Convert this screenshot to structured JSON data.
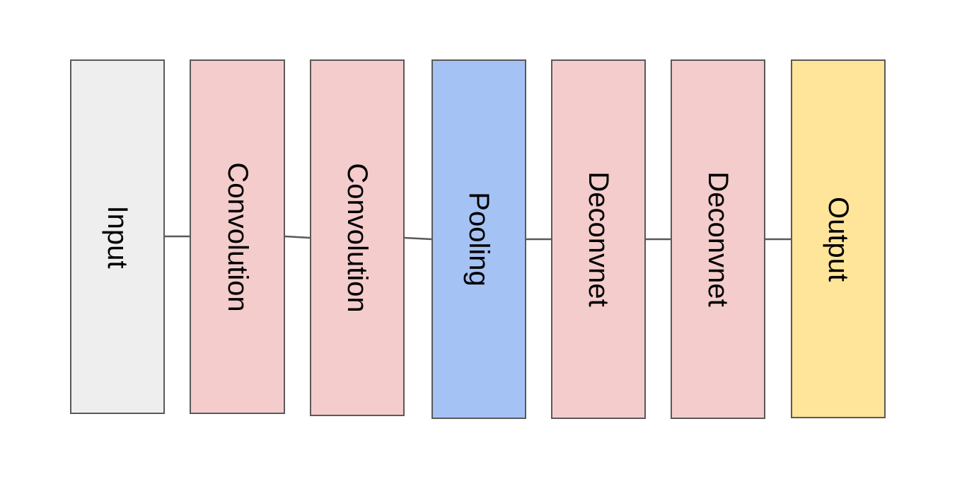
{
  "diagram": {
    "blocks": [
      {
        "label": "Input",
        "fill": "#eeeeee"
      },
      {
        "label": "Convolution",
        "fill": "#f4cccc"
      },
      {
        "label": "Convolution",
        "fill": "#f4cccc"
      },
      {
        "label": "Pooling",
        "fill": "#a4c2f4"
      },
      {
        "label": "Deconvnet",
        "fill": "#f4cccc"
      },
      {
        "label": "Deconvnet",
        "fill": "#f4cccc"
      },
      {
        "label": "Output",
        "fill": "#ffe599"
      }
    ],
    "border_color": "#595959",
    "connector_color": "#595959"
  }
}
